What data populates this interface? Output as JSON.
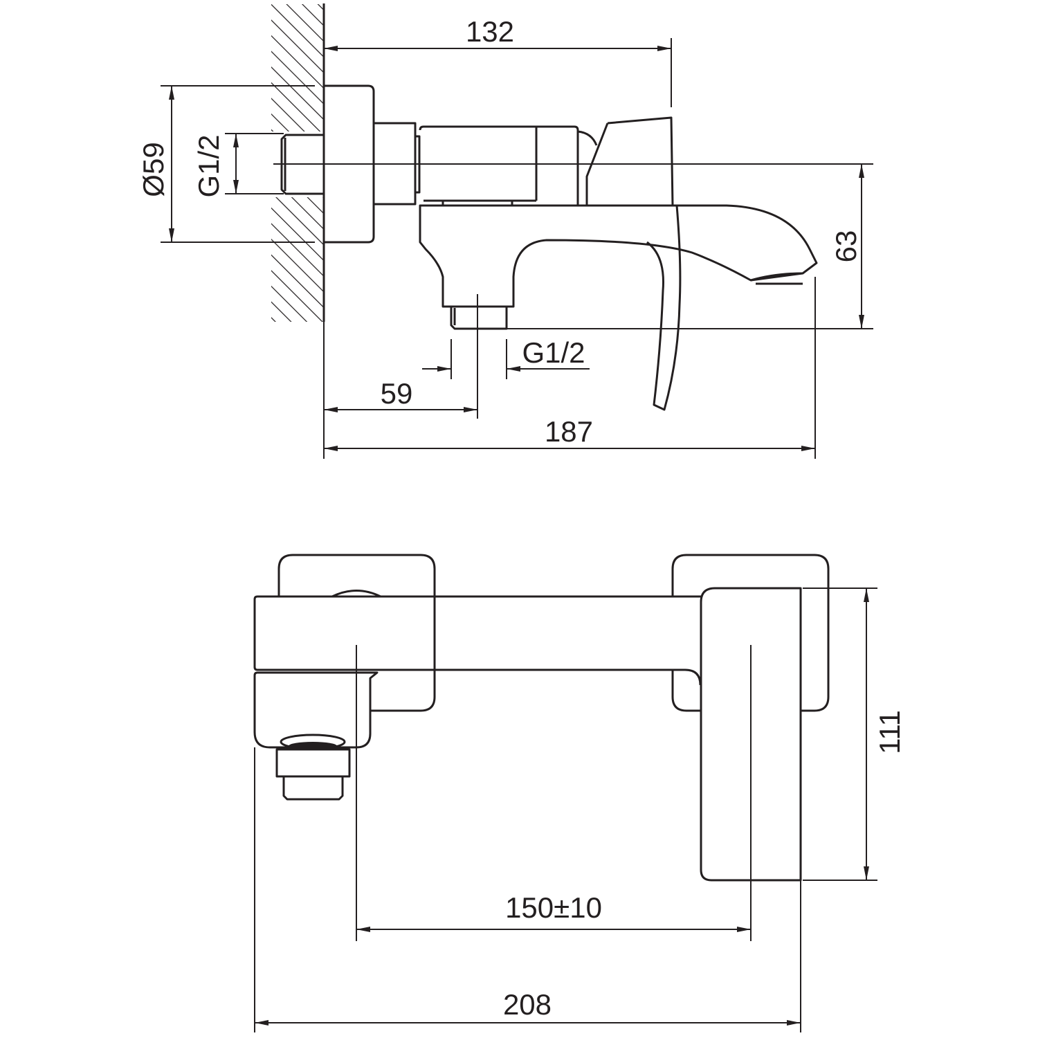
{
  "side_view": {
    "dim_projection_length": "132",
    "dim_flange_diameter": "Ø59",
    "dim_inlet_thread": "G1/2",
    "dim_outlet_height": "63",
    "dim_outlet_thread": "G1/2",
    "dim_outlet_offset": "59",
    "dim_spout_length": "187"
  },
  "top_view": {
    "dim_depth": "111",
    "dim_center_distance": "150±10",
    "dim_overall_width": "208"
  },
  "colors": {
    "line": "#231f20",
    "background": "#ffffff"
  }
}
